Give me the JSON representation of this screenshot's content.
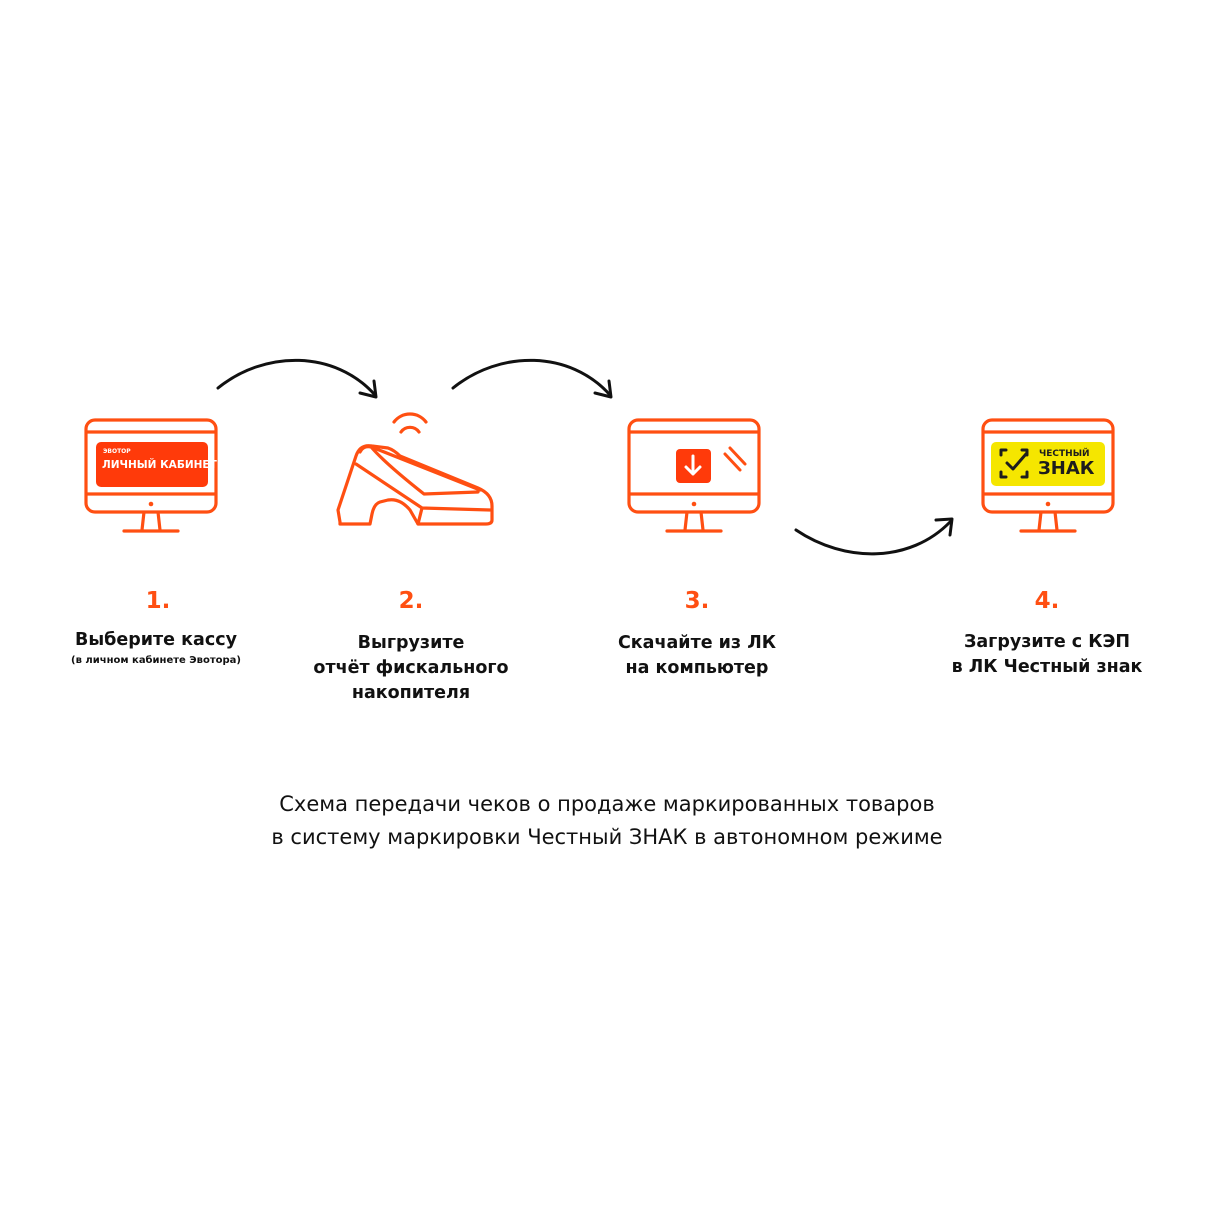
{
  "colors": {
    "accent": "#ff4f12",
    "screen_red": "#ff3a0a",
    "znak_yellow": "#f5e600",
    "text": "#111111"
  },
  "steps": [
    {
      "number": "1.",
      "title_lines": [
        "Выберите кассу"
      ],
      "note": "(в личном кабинете Эвотора)",
      "icon": "monitor-evotor-cabinet-icon",
      "screen": {
        "brand": "ЭВОТОР",
        "label": "ЛИЧНЫЙ КАБИНЕТ"
      }
    },
    {
      "number": "2.",
      "title_lines": [
        "Выгрузите",
        "отчёт фискального",
        "накопителя"
      ],
      "icon": "cash-register-wireless-icon"
    },
    {
      "number": "3.",
      "title_lines": [
        "Скачайте из ЛК",
        "на компьютер"
      ],
      "icon": "monitor-download-icon"
    },
    {
      "number": "4.",
      "title_lines": [
        "Загрузите с КЭП",
        "в ЛК Честный знак"
      ],
      "icon": "monitor-chestny-znak-icon",
      "screen": {
        "top": "ЧЕСТНЫЙ",
        "bottom": "ЗНАК"
      }
    }
  ],
  "arrows": [
    "arrow-step1-to-step2-icon",
    "arrow-step2-to-step3-icon",
    "arrow-step3-to-step4-icon"
  ],
  "caption": {
    "line1": "Схема передачи чеков о продаже маркированных товаров",
    "line2": "в систему маркировки Честный ЗНАК в автономном режиме"
  }
}
